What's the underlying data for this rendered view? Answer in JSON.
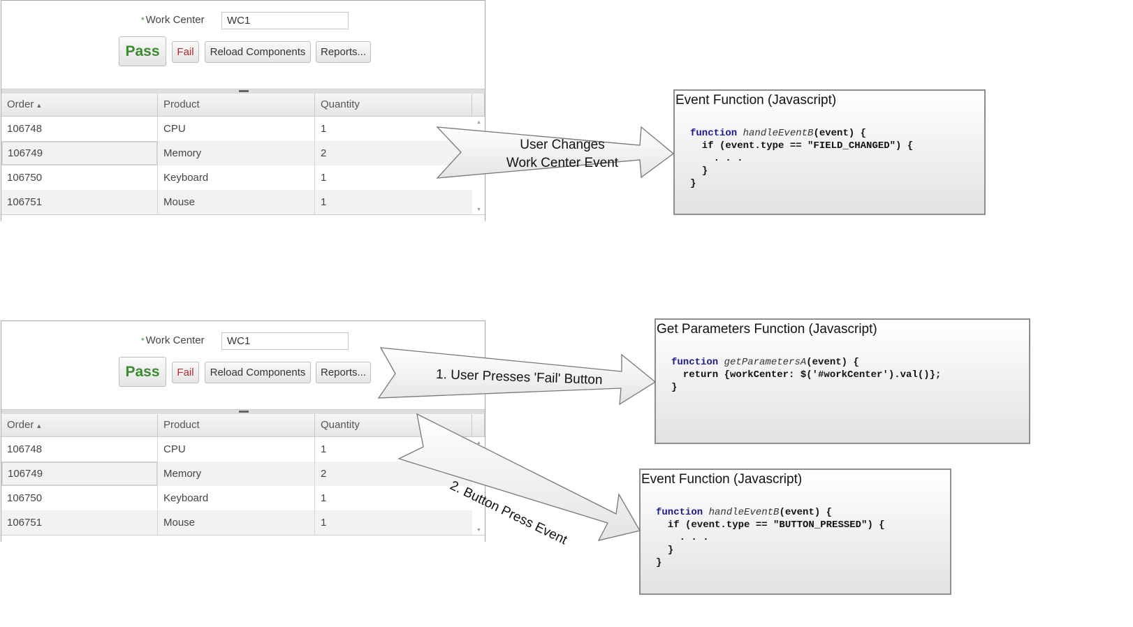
{
  "form": {
    "required_mark": "*",
    "work_center_label": "Work Center",
    "work_center_value": "WC1",
    "pass_label": "Pass",
    "fail_label": "Fail",
    "reload_label": "Reload Components",
    "reports_label": "Reports..."
  },
  "grid": {
    "columns": [
      "Order",
      "Product",
      "Quantity"
    ],
    "sort_indicator": "▲",
    "rows": [
      {
        "order": "106748",
        "product": "CPU",
        "quantity": "1"
      },
      {
        "order": "106749",
        "product": "Memory",
        "quantity": "2"
      },
      {
        "order": "106750",
        "product": "Keyboard",
        "quantity": "1"
      },
      {
        "order": "106751",
        "product": "Mouse",
        "quantity": "1"
      }
    ]
  },
  "arrows": {
    "top": "User Changes\nWork Center Event",
    "fail_press": "1. User Presses 'Fail' Button",
    "button_event": "2. Button Press Event"
  },
  "boxes": {
    "event_top": {
      "title": "Event Function (Javascript)",
      "code": [
        "function",
        "handleEventB",
        "(event) {",
        "  if (event.type == \"FIELD_CHANGED\") {",
        "    . . .",
        "  }",
        "}"
      ]
    },
    "get_params": {
      "title": "Get Parameters Function (Javascript)",
      "code": [
        "function",
        "getParametersA",
        "(event) {",
        "  return {workCenter: $('#workCenter').val()};",
        "}"
      ]
    },
    "event_bottom": {
      "title": "Event Function (Javascript)",
      "code": [
        "function",
        "handleEventB",
        "(event) {",
        "  if (event.type == \"BUTTON_PRESSED\") {",
        "    . . .",
        "  }",
        "}"
      ]
    }
  }
}
